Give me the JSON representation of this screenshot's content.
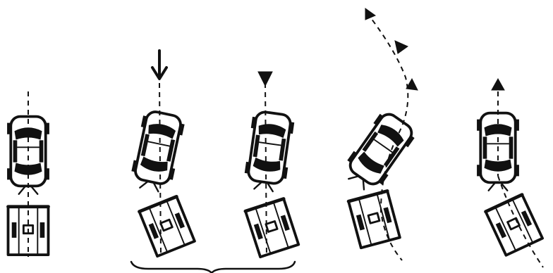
{
  "figure": {
    "stages": [
      {
        "id": "stage-1",
        "heading": "straight",
        "has_arrow": false
      },
      {
        "id": "stage-2",
        "heading": "jackknife-left",
        "has_arrow": true,
        "arrow_dir": "down"
      },
      {
        "id": "stage-3",
        "heading": "jackknife-left-2",
        "has_arrow": true,
        "arrow_dir": "down"
      },
      {
        "id": "stage-4",
        "heading": "turning-right",
        "has_arrow": true,
        "arrow_dir": "up"
      },
      {
        "id": "stage-5",
        "heading": "straight-out",
        "has_arrow": true,
        "arrow_dir": "up"
      }
    ],
    "bracket_spans": [
      "stage-2",
      "stage-3"
    ]
  }
}
